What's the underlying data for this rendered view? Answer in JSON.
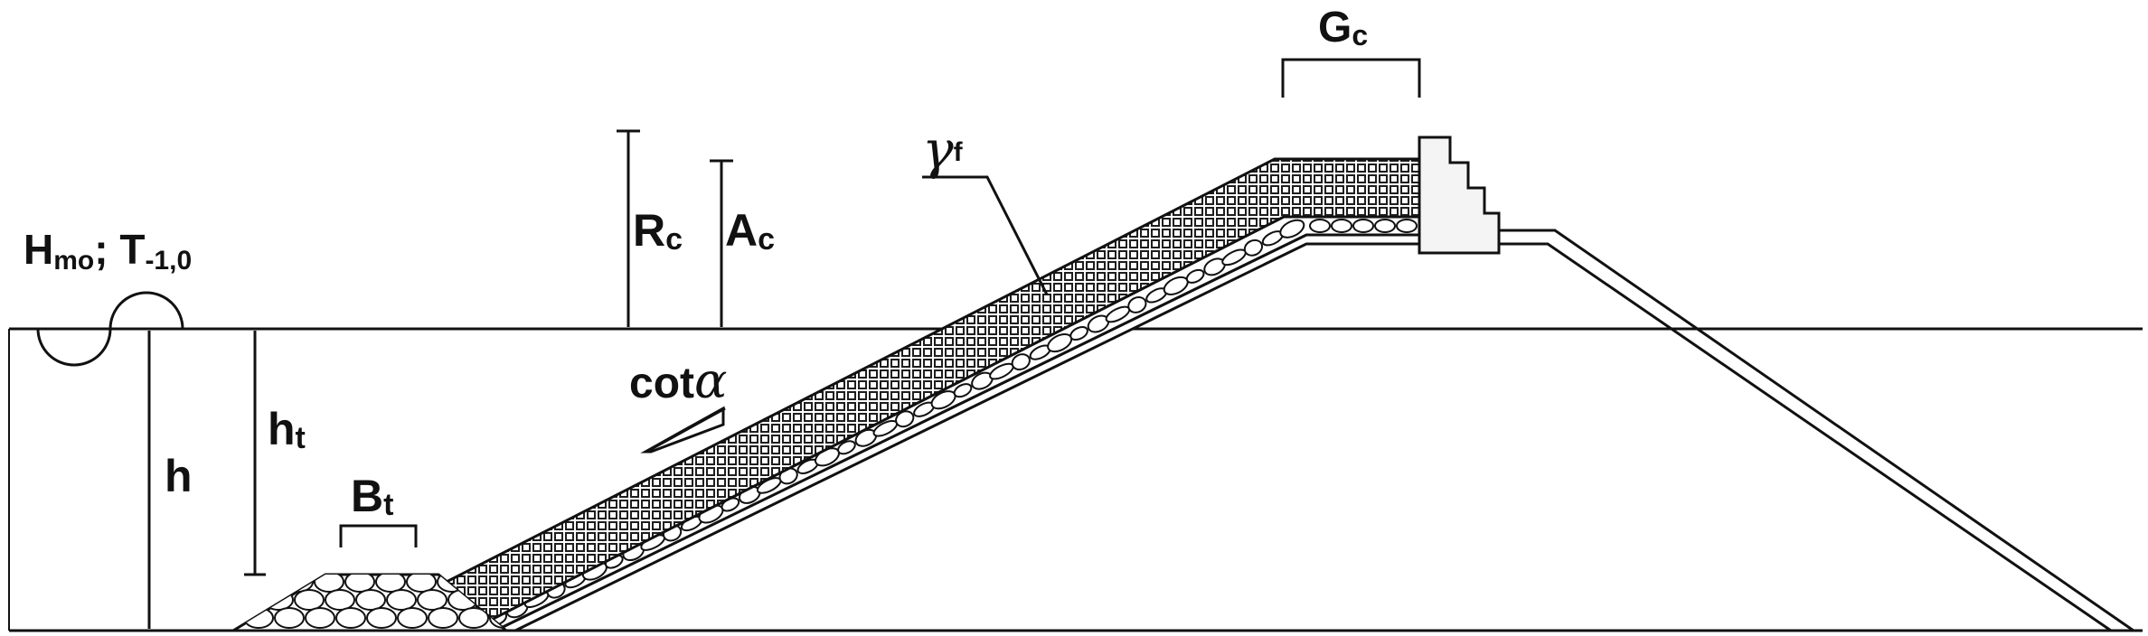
{
  "labels": {
    "wave_main": "H",
    "wave_sub_1": "mo",
    "wave_sep": "; T",
    "wave_sub_2": "-1,0",
    "rc_main": "R",
    "rc_sub": "c",
    "ac_main": "A",
    "ac_sub": "c",
    "gc_main": "G",
    "gc_sub": "c",
    "gamma_main": "γ",
    "gamma_sub": "f",
    "cot_text": "cot",
    "alpha": "α",
    "h": "h",
    "ht_main": "h",
    "ht_sub": "t",
    "bt_main": "B",
    "bt_sub": "t"
  }
}
